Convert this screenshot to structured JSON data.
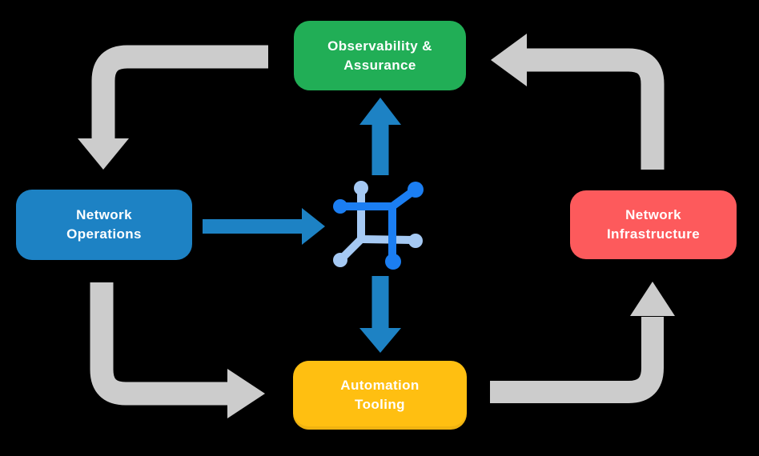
{
  "diagram": {
    "background": "#000000",
    "nodes": {
      "observability": {
        "label": "Observability &\nAssurance",
        "color": "#21ae56"
      },
      "operations": {
        "label": "Network\nOperations",
        "color": "#1d82c4"
      },
      "infrastructure": {
        "label": "Network\nInfrastructure",
        "color": "#fd5a5c"
      },
      "automation": {
        "label": "Automation\nTooling",
        "color": "#ffbf11"
      }
    },
    "center_icon": "network-mesh-icon",
    "edges": [
      {
        "from": "observability-assurance",
        "to": "network-operations",
        "style": "gray"
      },
      {
        "from": "network-operations",
        "to": "automation-tooling",
        "style": "gray"
      },
      {
        "from": "automation-tooling",
        "to": "network-infrastructure",
        "style": "gray"
      },
      {
        "from": "network-infrastructure",
        "to": "observability-assurance",
        "style": "gray"
      },
      {
        "from": "network-operations",
        "to": "center-icon",
        "style": "blue"
      },
      {
        "from": "center-icon",
        "to": "observability-assurance",
        "style": "blue"
      },
      {
        "from": "center-icon",
        "to": "automation-tooling",
        "style": "blue"
      }
    ],
    "colors": {
      "arrow_gray": "#cccccc",
      "arrow_blue": "#1d82c4",
      "icon_dark_blue": "#1b7ef2",
      "icon_light_blue": "#a5c9f3"
    }
  }
}
